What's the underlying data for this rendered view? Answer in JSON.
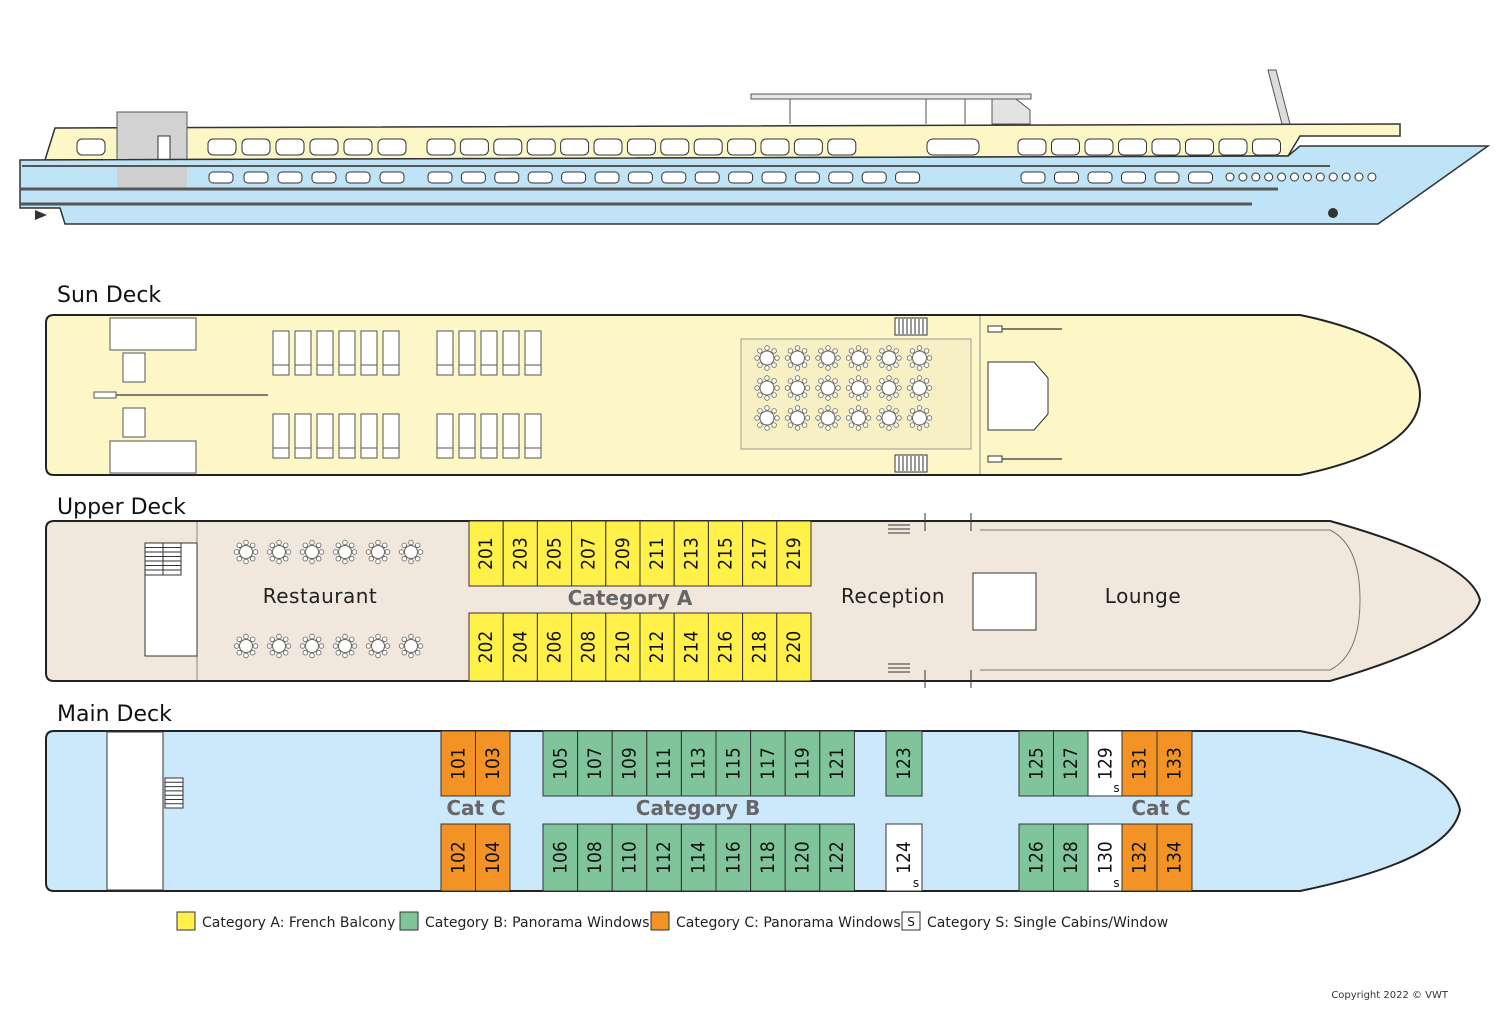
{
  "colors": {
    "category_a": "#fff04a",
    "category_b": "#7fc49a",
    "category_c": "#f39325",
    "category_s": "#ffffff",
    "sun_deck": "#fdf7c8",
    "upper_deck": "#f2e7dc",
    "main_deck": "#cce9fb",
    "hull_blue": "#bfe3f7"
  },
  "decks": {
    "sun": {
      "title": "Sun Deck"
    },
    "upper": {
      "title": "Upper Deck",
      "restaurant_label": "Restaurant",
      "category_label": "Category A",
      "reception_label": "Reception",
      "lounge_label": "Lounge",
      "cabins_top": [
        "201",
        "203",
        "205",
        "207",
        "209",
        "211",
        "213",
        "215",
        "217",
        "219"
      ],
      "cabins_bottom": [
        "202",
        "204",
        "206",
        "208",
        "210",
        "212",
        "214",
        "216",
        "218",
        "220"
      ]
    },
    "main": {
      "title": "Main Deck",
      "cat_c_left_label": "Cat C",
      "category_b_label": "Category B",
      "cat_c_right_label": "Cat C",
      "cabins_c_left_top": [
        "101",
        "103"
      ],
      "cabins_c_left_bottom": [
        "102",
        "104"
      ],
      "cabins_b_top": [
        "105",
        "107",
        "109",
        "111",
        "113",
        "115",
        "117",
        "119",
        "121"
      ],
      "cabins_b_bottom": [
        "106",
        "108",
        "110",
        "112",
        "114",
        "116",
        "118",
        "120",
        "122"
      ],
      "cabin_123": "123",
      "cabin_124": "124",
      "cabins_b_right_top": [
        "125",
        "127"
      ],
      "cabins_b_right_bottom": [
        "126",
        "128"
      ],
      "single_top": "129",
      "single_bottom": "130",
      "single_marker": "s",
      "cabins_c_right_top": [
        "131",
        "133"
      ],
      "cabins_c_right_bottom": [
        "132",
        "134"
      ]
    }
  },
  "legend": [
    {
      "label": "Category A: French Balcony",
      "color": "#fff04a",
      "marker": ""
    },
    {
      "label": "Category B: Panorama Windows",
      "color": "#7fc49a",
      "marker": ""
    },
    {
      "label": "Category C: Panorama Windows",
      "color": "#f39325",
      "marker": ""
    },
    {
      "label": "Category S: Single Cabins/Window",
      "color": "#ffffff",
      "marker": "S"
    }
  ],
  "copyright": "Copyright 2022 © VWT"
}
